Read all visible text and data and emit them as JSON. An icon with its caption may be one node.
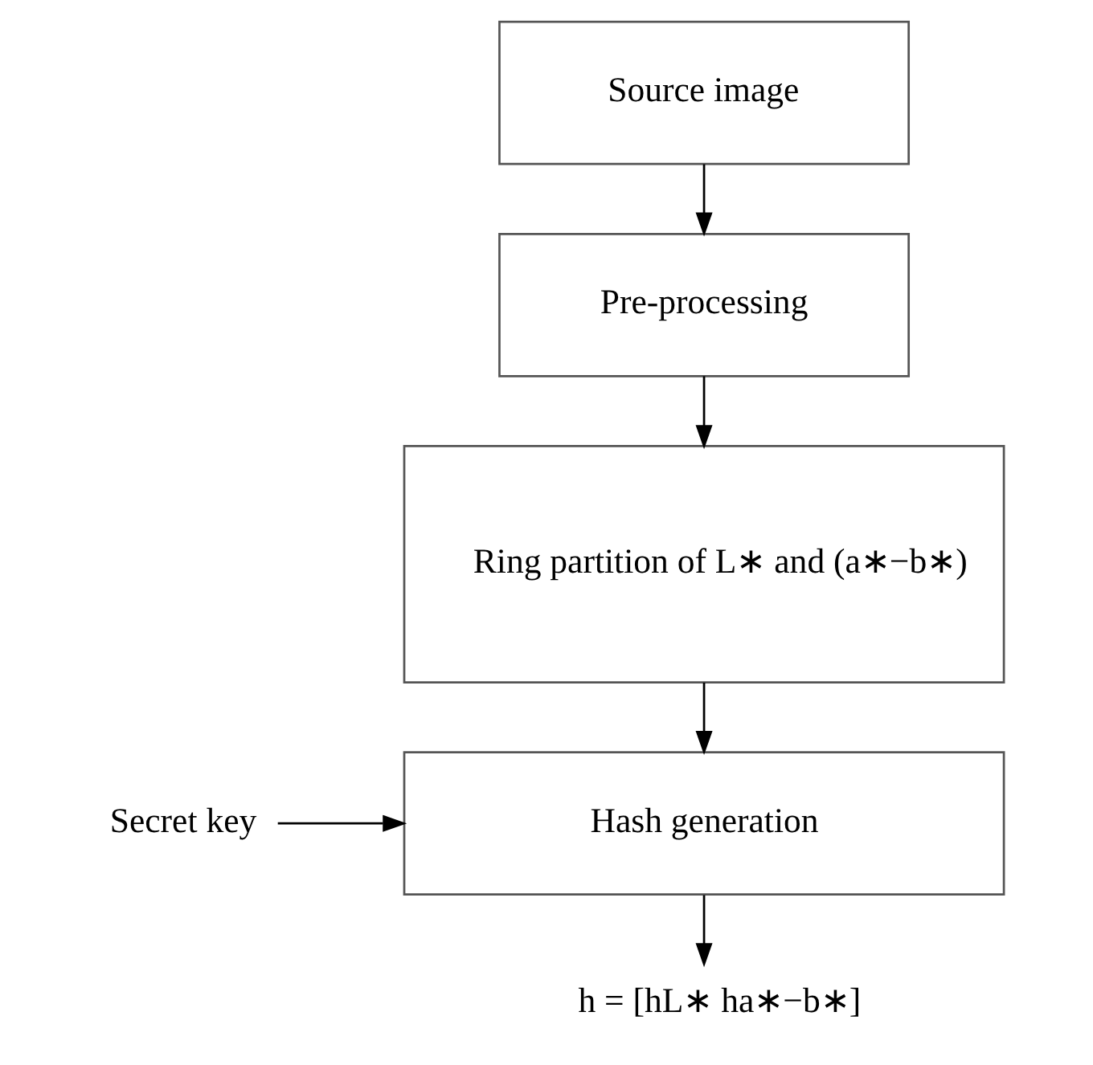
{
  "diagram": {
    "nodes": [
      {
        "text": [
          "Source image"
        ]
      },
      {
        "text": [
          "Pre-processing"
        ]
      },
      {
        "text": [
          "Ring partition of L∗ and (a∗−b∗)"
        ]
      },
      {
        "text": [
          "Hash generation"
        ]
      },
      {
        "text": [
          "Secret key"
        ]
      },
      {
        "text": [
          "h = [hL∗ ha∗−b∗]"
        ]
      }
    ],
    "edges": [
      {
        "from": 0,
        "to": 1,
        "arrow": "to"
      },
      {
        "from": 1,
        "to": 2,
        "arrow": "to"
      },
      {
        "from": 2,
        "to": 3,
        "arrow": "to"
      },
      {
        "from": 4,
        "to": 3,
        "arrow": "to"
      },
      {
        "from": 3,
        "to": 5,
        "arrow": "to"
      }
    ]
  }
}
